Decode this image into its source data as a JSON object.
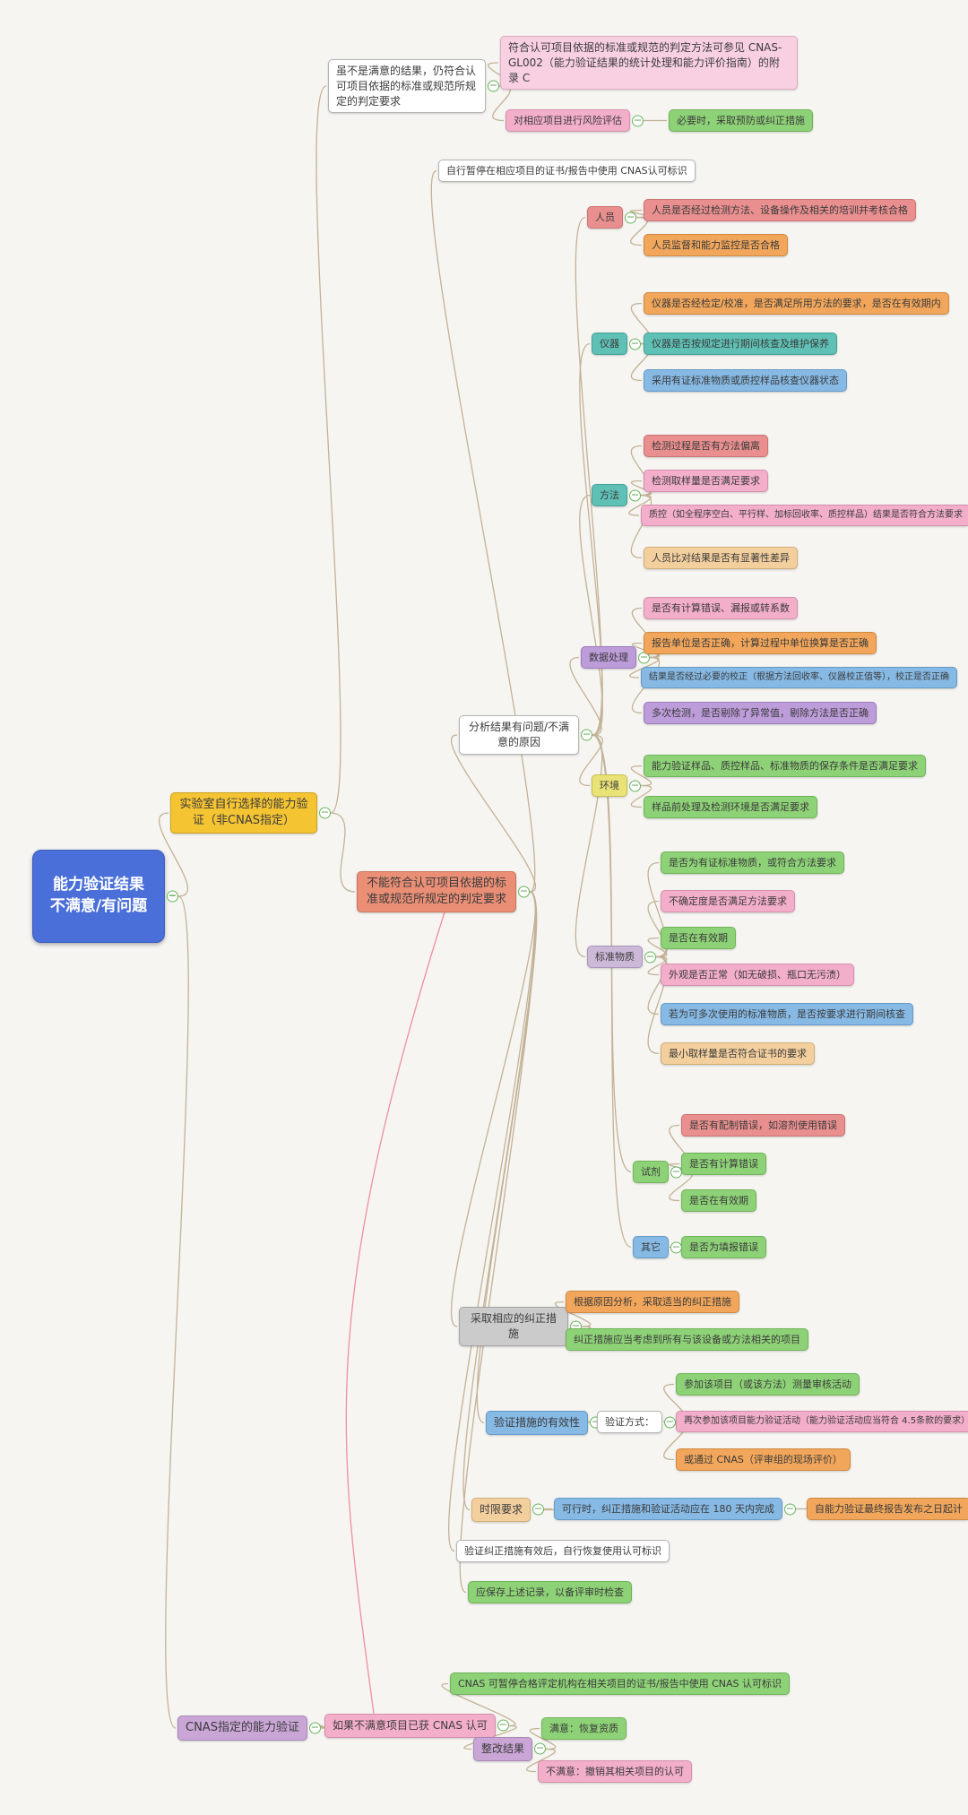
{
  "canvas": {
    "background": "#f6f5f2",
    "edge_color": "#c3b296",
    "crosslink_color": "#ef8f9e"
  },
  "icons": {
    "collapse": "−"
  },
  "palette": {
    "root": {
      "bg": "#4a6fd8",
      "border": "#3c5cc0",
      "text": "#ffffff"
    },
    "yellow": {
      "bg": "#f5c433",
      "border": "#cda322"
    },
    "lavender": {
      "bg": "#c9a6d6",
      "border": "#a787b5"
    },
    "salmon": {
      "bg": "#ea8f76",
      "border": "#c9765e"
    },
    "white": {
      "bg": "#ffffff",
      "border": "#b5b5b5"
    },
    "gray": {
      "bg": "#cbcbcb",
      "border": "#a5a5a5"
    },
    "red": {
      "bg": "#e98f8f",
      "border": "#cb7272"
    },
    "pink": {
      "bg": "#f3aec9",
      "border": "#d68fae"
    },
    "lightpink": {
      "bg": "#f8d0e2",
      "border": "#dcacc2"
    },
    "orange": {
      "bg": "#f1a65b",
      "border": "#d08a40"
    },
    "tan": {
      "bg": "#f3cf9e",
      "border": "#d3ae79"
    },
    "green": {
      "bg": "#8ed277",
      "border": "#6fb457"
    },
    "teal": {
      "bg": "#5fc0b5",
      "border": "#46a096"
    },
    "blue": {
      "bg": "#86b9e4",
      "border": "#659ac8"
    },
    "purple": {
      "bg": "#bd9cda",
      "border": "#9c7bbb"
    },
    "lavgray": {
      "bg": "#ccb9d8",
      "border": "#aa94ba"
    },
    "yellowlab": {
      "bg": "#e9e377",
      "border": "#c5bf53"
    }
  },
  "crosslink": {
    "from": "ns",
    "to": "b2a"
  },
  "nodes": [
    {
      "id": "root",
      "parent": null,
      "color": "root",
      "text": "能力验证结果\n不满意/有问题"
    },
    {
      "id": "b1",
      "parent": "root",
      "color": "yellow",
      "text": "实验室自行选择的能力验证（非CNAS指定）"
    },
    {
      "id": "b1c1",
      "parent": "b1",
      "color": "white",
      "text": "虽不是满意的结果，仍符合认可项目依据的标准或规范所规定的判定要求"
    },
    {
      "id": "b1c1a",
      "parent": "b1c1",
      "color": "lightpink",
      "text": "符合认可项目依据的标准或规范的判定方法可参见 CNAS-GL002（能力验证结果的统计处理和能力评价指南）的附录 C"
    },
    {
      "id": "b1c1b",
      "parent": "b1c1",
      "color": "pink",
      "text": "对相应项目进行风险评估"
    },
    {
      "id": "b1c1b1",
      "parent": "b1c1b",
      "color": "green",
      "text": "必要时，采取预防或纠正措施"
    },
    {
      "id": "ns",
      "parent": "b1",
      "color": "salmon",
      "text": "不能符合认可项目依据的标准或规范所规定的判定要求"
    },
    {
      "id": "ns1",
      "parent": "ns",
      "color": "white",
      "text": "自行暂停在相应项目的证书/报告中使用 CNAS认可标识"
    },
    {
      "id": "ns2",
      "parent": "ns",
      "color": "white",
      "text": "分析结果有问题/不满意的原因"
    },
    {
      "id": "cat-person",
      "parent": "ns2",
      "color": "red",
      "text": "人员"
    },
    {
      "id": "p1",
      "parent": "cat-person",
      "color": "red",
      "text": "人员是否经过检测方法、设备操作及相关的培训并考核合格"
    },
    {
      "id": "p2",
      "parent": "cat-person",
      "color": "orange",
      "text": "人员监督和能力监控是否合格"
    },
    {
      "id": "cat-instr",
      "parent": "ns2",
      "color": "teal",
      "text": "仪器"
    },
    {
      "id": "i1",
      "parent": "cat-instr",
      "color": "orange",
      "text": "仪器是否经检定/校准，是否满足所用方法的要求，是否在有效期内"
    },
    {
      "id": "i2",
      "parent": "cat-instr",
      "color": "teal",
      "text": "仪器是否按规定进行期间核查及维护保养"
    },
    {
      "id": "i3",
      "parent": "cat-instr",
      "color": "blue",
      "text": "采用有证标准物质或质控样品核查仪器状态"
    },
    {
      "id": "cat-method",
      "parent": "ns2",
      "color": "teal",
      "text": "方法"
    },
    {
      "id": "m1",
      "parent": "cat-method",
      "color": "red",
      "text": "检测过程是否有方法偏离"
    },
    {
      "id": "m2",
      "parent": "cat-method",
      "color": "pink",
      "text": "检测取样量是否满足要求"
    },
    {
      "id": "m3",
      "parent": "cat-method",
      "color": "pink",
      "text": "质控（如全程序空白、平行样、加标回收率、质控样品）结果是否符合方法要求"
    },
    {
      "id": "m4",
      "parent": "cat-method",
      "color": "tan",
      "text": "人员比对结果是否有显著性差异"
    },
    {
      "id": "cat-data",
      "parent": "ns2",
      "color": "purple",
      "text": "数据处理"
    },
    {
      "id": "d1",
      "parent": "cat-data",
      "color": "pink",
      "text": "是否有计算错误、漏报或转系数"
    },
    {
      "id": "d2",
      "parent": "cat-data",
      "color": "orange",
      "text": "报告单位是否正确，计算过程中单位换算是否正确"
    },
    {
      "id": "d3",
      "parent": "cat-data",
      "color": "blue",
      "text": "结果是否经过必要的校正（根据方法回收率、仪器校正值等），校正是否正确"
    },
    {
      "id": "d4",
      "parent": "cat-data",
      "color": "purple",
      "text": "多次检测，是否剔除了异常值，剔除方法是否正确"
    },
    {
      "id": "cat-env",
      "parent": "ns2",
      "color": "yellowlab",
      "text": "环境"
    },
    {
      "id": "e1",
      "parent": "cat-env",
      "color": "green",
      "text": "能力验证样品、质控样品、标准物质的保存条件是否满足要求"
    },
    {
      "id": "e2",
      "parent": "cat-env",
      "color": "green",
      "text": "样品前处理及检测环境是否满足要求"
    },
    {
      "id": "cat-ref",
      "parent": "ns2",
      "color": "lavgray",
      "text": "标准物质"
    },
    {
      "id": "r1",
      "parent": "cat-ref",
      "color": "green",
      "text": "是否为有证标准物质，或符合方法要求"
    },
    {
      "id": "r2",
      "parent": "cat-ref",
      "color": "pink",
      "text": "不确定度是否满足方法要求"
    },
    {
      "id": "r3",
      "parent": "cat-ref",
      "color": "green",
      "text": "是否在有效期"
    },
    {
      "id": "r4",
      "parent": "cat-ref",
      "color": "pink",
      "text": "外观是否正常（如无破损、瓶口无污渍）"
    },
    {
      "id": "r5",
      "parent": "cat-ref",
      "color": "blue",
      "text": "若为可多次使用的标准物质，是否按要求进行期间核查"
    },
    {
      "id": "r6",
      "parent": "cat-ref",
      "color": "tan",
      "text": "最小取样量是否符合证书的要求"
    },
    {
      "id": "cat-reag",
      "parent": "ns2",
      "color": "green",
      "text": "试剂"
    },
    {
      "id": "g1",
      "parent": "cat-reag",
      "color": "red",
      "text": "是否有配制错误，如溶剂使用错误"
    },
    {
      "id": "g2",
      "parent": "cat-reag",
      "color": "green",
      "text": "是否有计算错误"
    },
    {
      "id": "g3",
      "parent": "cat-reag",
      "color": "green",
      "text": "是否在有效期"
    },
    {
      "id": "cat-other",
      "parent": "ns2",
      "color": "blue",
      "text": "其它"
    },
    {
      "id": "o1",
      "parent": "cat-other",
      "color": "green",
      "text": "是否为填报错误"
    },
    {
      "id": "ns3",
      "parent": "ns",
      "color": "gray",
      "text": "采取相应的纠正措施"
    },
    {
      "id": "c1",
      "parent": "ns3",
      "color": "orange",
      "text": "根据原因分析，采取适当的纠正措施"
    },
    {
      "id": "c2",
      "parent": "ns3",
      "color": "green",
      "text": "纠正措施应当考虑到所有与该设备或方法相关的项目"
    },
    {
      "id": "ns4",
      "parent": "ns",
      "color": "blue",
      "text": "验证措施的有效性"
    },
    {
      "id": "v0",
      "parent": "ns4",
      "color": "white",
      "text": "验证方式："
    },
    {
      "id": "v1",
      "parent": "v0",
      "color": "green",
      "text": "参加该项目（或该方法）测量审核活动"
    },
    {
      "id": "v2",
      "parent": "v0",
      "color": "pink",
      "text": "再次参加该项目能力验证活动（能力验证活动应当符合 4.5条款的要求）"
    },
    {
      "id": "v3",
      "parent": "v0",
      "color": "orange",
      "text": "或通过 CNAS（评审组的现场评价）"
    },
    {
      "id": "ns5",
      "parent": "ns",
      "color": "tan",
      "text": "时限要求"
    },
    {
      "id": "t1",
      "parent": "ns5",
      "color": "blue",
      "text": "可行时，纠正措施和验证活动应在 180 天内完成"
    },
    {
      "id": "t2",
      "parent": "t1",
      "color": "orange",
      "text": "自能力验证最终报告发布之日起计"
    },
    {
      "id": "ns6",
      "parent": "ns",
      "color": "white",
      "text": "验证纠正措施有效后，自行恢复使用认可标识"
    },
    {
      "id": "ns7",
      "parent": "ns",
      "color": "green",
      "text": "应保存上述记录，以备评审时检查"
    },
    {
      "id": "b2",
      "parent": "root",
      "color": "lavender",
      "text": "CNAS指定的能力验证"
    },
    {
      "id": "b2a",
      "parent": "b2",
      "color": "pink",
      "text": "如果不满意项目已获 CNAS 认可"
    },
    {
      "id": "b2a1",
      "parent": "b2a",
      "color": "green",
      "text": "CNAS 可暂停合格评定机构在相关项目的证书/报告中使用 CNAS 认可标识"
    },
    {
      "id": "b2a2",
      "parent": "b2a",
      "color": "lavender",
      "text": "整改结果"
    },
    {
      "id": "b2a2a",
      "parent": "b2a2",
      "color": "green",
      "text": "满意：恢复资质"
    },
    {
      "id": "b2a2b",
      "parent": "b2a2",
      "color": "pink",
      "text": "不满意：撤销其相关项目的认可"
    }
  ]
}
